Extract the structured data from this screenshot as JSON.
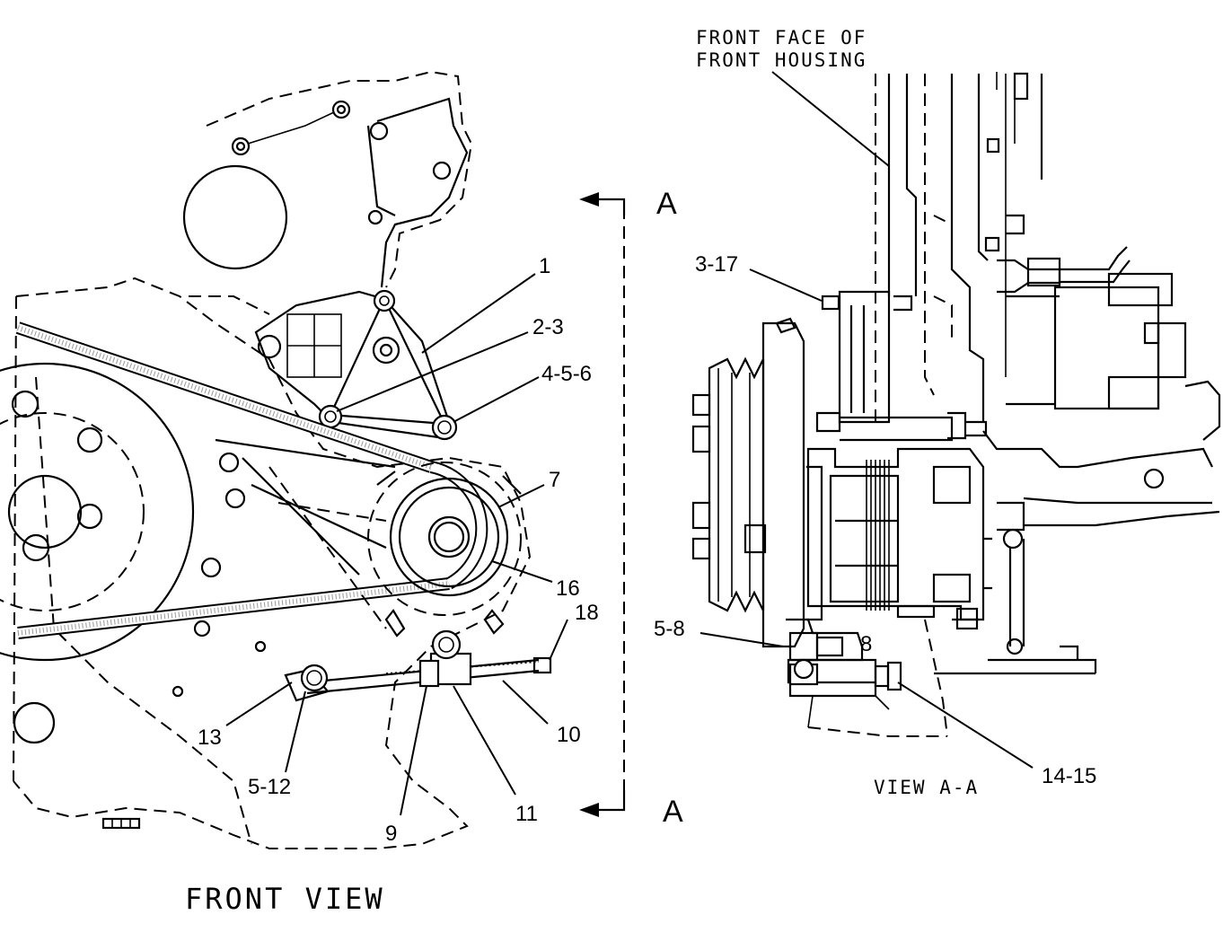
{
  "views": {
    "front": {
      "title": "FRONT VIEW"
    },
    "section": {
      "title": "VIEW A-A",
      "note_line1": "FRONT FACE OF",
      "note_line2": "FRONT HOUSING"
    }
  },
  "section_marker": {
    "letter_top": "A",
    "letter_bottom": "A"
  },
  "callouts_front": {
    "c1": "1",
    "c2_3": "2-3",
    "c4_5_6": "4-5-6",
    "c7": "7",
    "c16": "16",
    "c18": "18",
    "c10": "10",
    "c11": "11",
    "c9": "9",
    "c13": "13",
    "c5_12": "5-12"
  },
  "callouts_section": {
    "c3_17": "3-17",
    "c5_8": "5-8",
    "c14_15": "14-15",
    "c8_small": "8"
  }
}
